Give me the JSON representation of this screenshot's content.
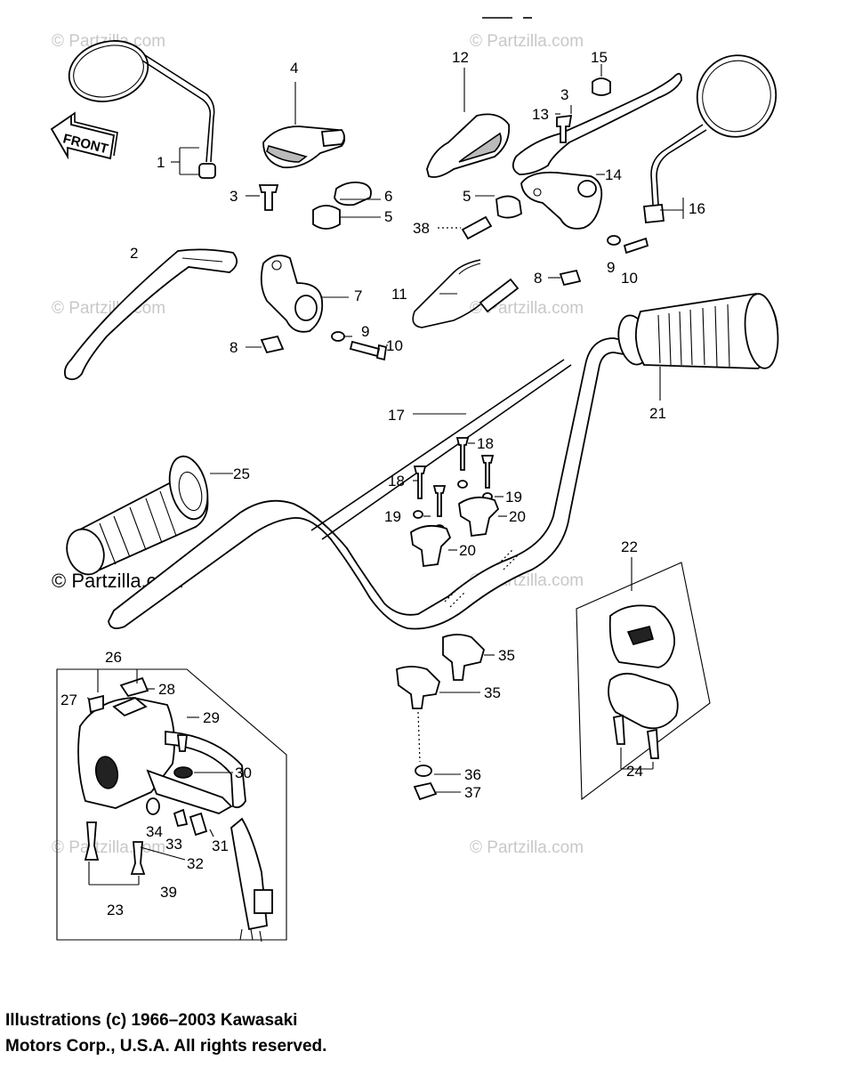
{
  "watermark": "© Partzilla.com",
  "front_label": "FRONT",
  "copyright": {
    "line1": "Illustrations (c) 1966–2003 Kawasaki",
    "line2": "Motors Corp., U.S.A.  All rights reserved."
  },
  "callouts": {
    "c1": "1",
    "c2": "2",
    "c3a": "3",
    "c3b": "3",
    "c4": "4",
    "c5a": "5",
    "c5b": "5",
    "c6": "6",
    "c7": "7",
    "c8a": "8",
    "c8b": "8",
    "c9a": "9",
    "c9b": "9",
    "c10a": "10",
    "c10b": "10",
    "c11": "11",
    "c12": "12",
    "c13": "13",
    "c14": "14",
    "c15": "15",
    "c16": "16",
    "c17": "17",
    "c18a": "18",
    "c18b": "18",
    "c19a": "19",
    "c19b": "19",
    "c20a": "20",
    "c20b": "20",
    "c21": "21",
    "c22": "22",
    "c23": "23",
    "c24": "24",
    "c25": "25",
    "c26": "26",
    "c27": "27",
    "c28": "28",
    "c29": "29",
    "c30": "30",
    "c31": "31",
    "c32": "32",
    "c33": "33",
    "c34": "34",
    "c35a": "35",
    "c35b": "35",
    "c36": "36",
    "c37": "37",
    "c38": "38",
    "c39": "39"
  }
}
